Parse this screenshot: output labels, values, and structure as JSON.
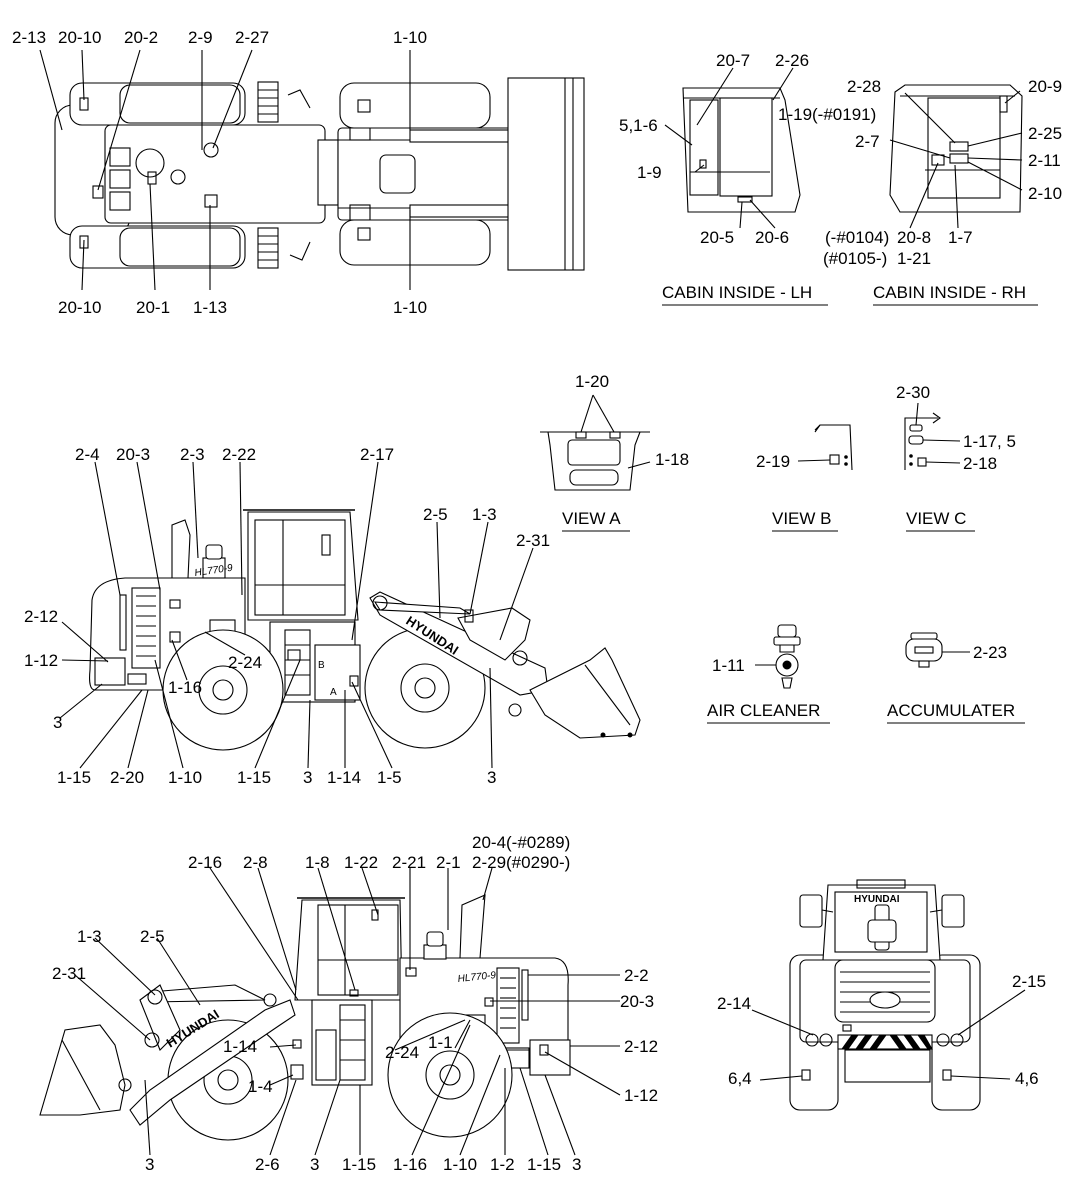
{
  "labels": {
    "top": {
      "l_2_13": "2-13",
      "l_20_10a": "20-10",
      "l_20_2": "20-2",
      "l_2_9": "2-9",
      "l_2_27": "2-27",
      "l_1_10a": "1-10",
      "l_20_10b": "20-10",
      "l_20_1": "20-1",
      "l_1_13": "1-13",
      "l_1_10b": "1-10"
    },
    "cabin": {
      "l_20_7": "20-7",
      "l_2_26": "2-26",
      "l_5_1_6": "5,1-6",
      "l_1_19": "1-19(-#0191)",
      "l_1_9": "1-9",
      "l_20_5": "20-5",
      "l_20_6": "20-6",
      "l_2_28": "2-28",
      "l_20_9": "20-9",
      "l_2_25": "2-25",
      "l_2_7": "2-7",
      "l_2_11": "2-11",
      "l_2_10": "2-10",
      "l_0104": "(-#0104)",
      "l_20_8": "20-8",
      "l_1_7": "1-7",
      "l_0105": "(#0105-)",
      "l_1_21": "1-21"
    },
    "views": {
      "l_1_20": "1-20",
      "l_1_18": "1-18",
      "l_2_19": "2-19",
      "l_2_30": "2-30",
      "l_1_17": "1-17, 5",
      "l_2_18": "2-18",
      "l_1_11": "1-11",
      "l_2_23": "2-23"
    },
    "left_side": {
      "l_2_4": "2-4",
      "l_20_3": "20-3",
      "l_2_3": "2-3",
      "l_2_22": "2-22",
      "l_2_17": "2-17",
      "l_2_5": "2-5",
      "l_1_3": "1-3",
      "l_2_31": "2-31",
      "l_2_12": "2-12",
      "l_1_12": "1-12",
      "l_2_24": "2-24",
      "l_1_16": "1-16",
      "l_3a": "3",
      "l_1_15a": "1-15",
      "l_2_20": "2-20",
      "l_1_10": "1-10",
      "l_1_15b": "1-15",
      "l_3b": "3",
      "l_1_14": "1-14",
      "l_1_5": "1-5",
      "l_3c": "3"
    },
    "right_side": {
      "l_20_4": "20-4(-#0289)",
      "l_2_29": "2-29(#0290-)",
      "l_2_16": "2-16",
      "l_2_8": "2-8",
      "l_1_8": "1-8",
      "l_1_22": "1-22",
      "l_2_21": "2-21",
      "l_2_1": "2-1",
      "l_1_3": "1-3",
      "l_2_5": "2-5",
      "l_2_31": "2-31",
      "l_2_2": "2-2",
      "l_20_3": "20-3",
      "l_2_12": "2-12",
      "l_1_14": "1-14",
      "l_1_4": "1-4",
      "l_2_24": "2-24",
      "l_1_1": "1-1",
      "l_1_12": "1-12",
      "l_3a": "3",
      "l_2_6": "2-6",
      "l_3b": "3",
      "l_1_15a": "1-15",
      "l_1_16": "1-16",
      "l_1_10": "1-10",
      "l_1_2": "1-2",
      "l_1_15b": "1-15",
      "l_3c": "3"
    },
    "rear": {
      "l_2_14": "2-14",
      "l_2_15": "2-15",
      "l_6_4": "6,4",
      "l_4_6": "4,6"
    }
  },
  "captions": {
    "cabin_lh": "CABIN INSIDE - LH",
    "cabin_rh": "CABIN INSIDE - RH",
    "view_a": "VIEW A",
    "view_b": "VIEW B",
    "view_c": "VIEW C",
    "air_cleaner": "AIR CLEANER",
    "accumulater": "ACCUMULATER"
  },
  "machine_text": {
    "brand_left": "HYUNDAI",
    "brand_right": "HYUNDAI",
    "brand_rear": "HYUNDAI",
    "model_left": "HL770-9",
    "model_right": "HL770-9",
    "mark_b": "B",
    "mark_a": "A"
  }
}
